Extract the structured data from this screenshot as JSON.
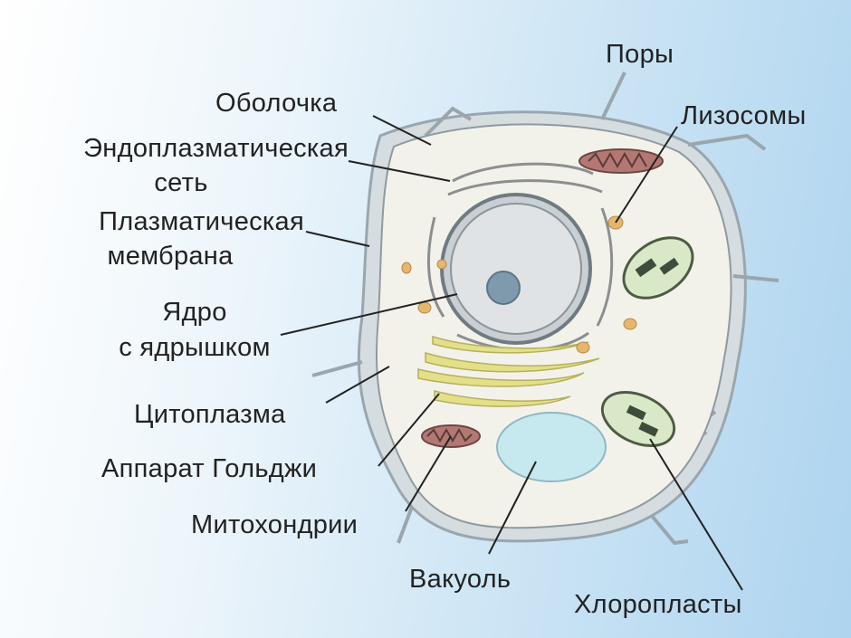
{
  "labels": {
    "cell_wall": "Оболочка",
    "pores": "Поры",
    "er_line1": "Эндоплазматическая",
    "er_line2": "сеть",
    "lysosomes": "Лизосомы",
    "membrane_line1": "Плазматическая",
    "membrane_line2": "мембрана",
    "nucleus_line1": "Ядро",
    "nucleus_line2": "с ядрышком",
    "cytoplasm": "Цитоплазма",
    "golgi": "Аппарат Гольджи",
    "mitochondria": "Митохондрии",
    "vacuole": "Вакуоль",
    "chloroplasts": "Хлоропласты"
  },
  "colors": {
    "cell_wall": "#c9d3d8",
    "cytoplasm": "#f3f2ea",
    "nucleus": "#d2d6d8",
    "nucleolus": "#7f9aac",
    "golgi": "#e4e08a",
    "mitochondria": "#b47873",
    "vacuole": "#c6e8ef",
    "chloroplast": "#d9e8c6",
    "lysosome": "#e5b66e"
  }
}
